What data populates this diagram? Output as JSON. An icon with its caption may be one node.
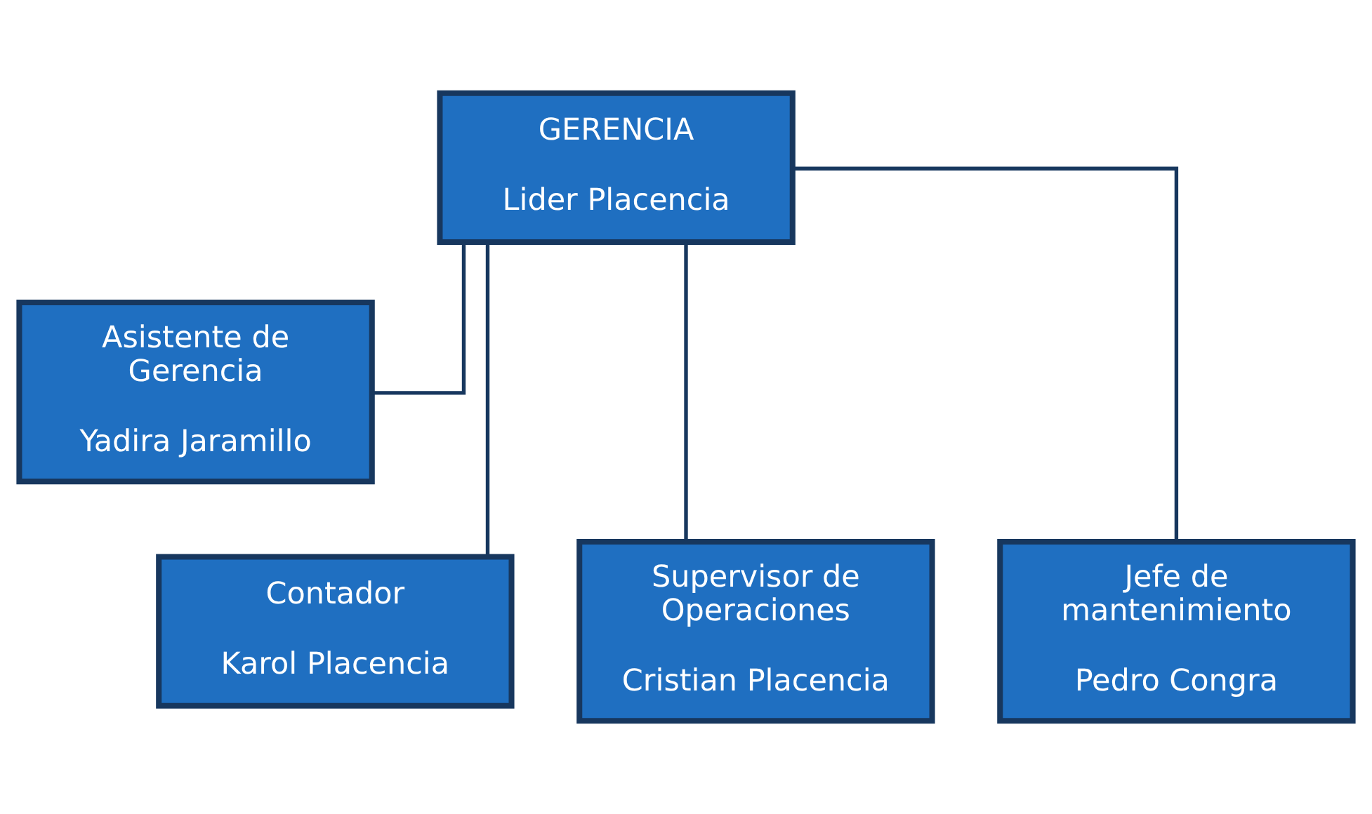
{
  "diagram": {
    "nodes": [
      {
        "text": [
          "GERENCIA",
          "Lider Placencia"
        ]
      },
      {
        "text": [
          "Asistente de Gerencia",
          "Yadira Jaramillo"
        ]
      },
      {
        "text": [
          "Contador",
          "Karol Placencia"
        ]
      },
      {
        "text": [
          "Supervisor de Operaciones",
          "Cristian Placencia"
        ]
      },
      {
        "text": [
          "Jefe de mantenimiento",
          "Pedro Congra"
        ]
      }
    ],
    "edges": [
      {
        "from": 0,
        "to": 1,
        "arrow": "none"
      },
      {
        "from": 0,
        "to": 2,
        "arrow": "none"
      },
      {
        "from": 0,
        "to": 3,
        "arrow": "none"
      },
      {
        "from": 0,
        "to": 4,
        "arrow": "none"
      }
    ]
  }
}
